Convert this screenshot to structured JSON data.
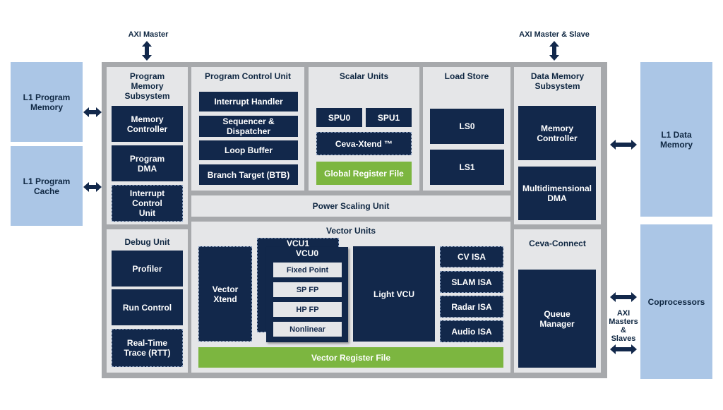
{
  "top_labels": {
    "axi_master": "AXI Master",
    "axi_master_slave": "AXI Master & Slave"
  },
  "side_label": {
    "axi_masters_slaves": "AXI\nMasters\n&\nSlaves"
  },
  "external": {
    "l1_program_memory": "L1 Program\nMemory",
    "l1_program_cache": "L1 Program\nCache",
    "l1_data_memory": "L1 Data\nMemory",
    "coprocessors": "Coprocessors"
  },
  "program_memory": {
    "title": "Program\nMemory\nSubsystem",
    "memory_controller": "Memory\nController",
    "program_dma": "Program\nDMA",
    "interrupt_control_unit": "Interrupt\nControl\nUnit"
  },
  "program_control": {
    "title": "Program Control Unit",
    "interrupt_handler": "Interrupt Handler",
    "sequencer": "Sequencer &\nDispatcher",
    "loop_buffer": "Loop Buffer",
    "branch_target": "Branch Target (BTB)"
  },
  "scalar": {
    "title": "Scalar Units",
    "spu0": "SPU0",
    "spu1": "SPU1",
    "ceva_xtend": "Ceva-Xtend ™",
    "global_register_file": "Global Register File"
  },
  "load_store": {
    "title": "Load Store",
    "ls0": "LS0",
    "ls1": "LS1"
  },
  "data_memory": {
    "title": "Data Memory\nSubsystem",
    "memory_controller": "Memory\nController",
    "dma": "Multidimensional\nDMA"
  },
  "power_scaling_unit": "Power Scaling Unit",
  "debug": {
    "title": "Debug Unit",
    "profiler": "Profiler",
    "run_control": "Run Control",
    "rtt": "Real-Time\nTrace (RTT)"
  },
  "vector": {
    "title": "Vector Units",
    "vector_xtend": "Vector\nXtend",
    "vcu1": "VCU1",
    "vcu0": "VCU0",
    "fixed_point": "Fixed Point",
    "sp_fp": "SP FP",
    "hp_fp": "HP FP",
    "nonlinear": "Nonlinear",
    "light_vcu": "Light VCU",
    "cv_isa": "CV ISA",
    "slam_isa": "SLAM ISA",
    "radar_isa": "Radar ISA",
    "audio_isa": "Audio ISA",
    "vector_register_file": "Vector Register File"
  },
  "ceva_connect": {
    "title": "Ceva-Connect",
    "queue_manager": "Queue\nManager"
  },
  "colors": {
    "navy": "#12284b",
    "green": "#7cb640",
    "light_blue": "#abc6e6",
    "gray_frame": "#a7a9ac",
    "panel_gray": "#e5e6e8"
  }
}
